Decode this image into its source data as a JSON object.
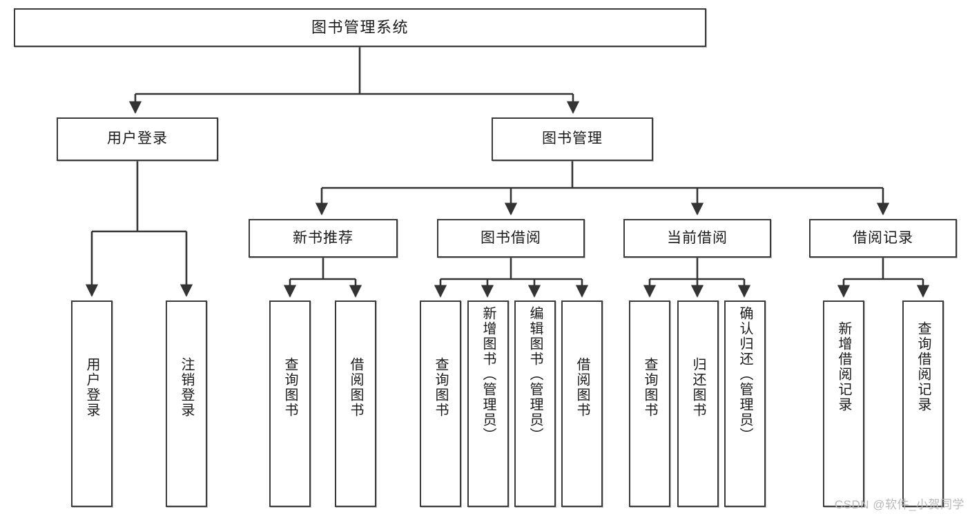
{
  "diagram": {
    "title": "图书管理系统",
    "type": "tree-hierarchy-diagram",
    "watermark": "CSDN @软件_小贺同学",
    "colors": {
      "box_border": "#3a3a3a",
      "box_fill": "#ffffff",
      "connector": "#333333",
      "text": "#1a1a1a",
      "watermark": "#b9b9b9",
      "background": "#ffffff"
    }
  },
  "nodes": {
    "root": {
      "label": "图书管理系统"
    },
    "level2": [
      {
        "label": "用户登录"
      },
      {
        "label": "图书管理"
      }
    ],
    "level3": [
      {
        "label": "新书推荐"
      },
      {
        "label": "图书借阅"
      },
      {
        "label": "当前借阅"
      },
      {
        "label": "借阅记录"
      }
    ],
    "leaves": {
      "user_login": [
        {
          "label": "用户登录"
        },
        {
          "label": "注销登录"
        }
      ],
      "new_book_recommend": [
        {
          "label": "查询图书"
        },
        {
          "label": "借阅图书"
        }
      ],
      "book_borrow": [
        {
          "label": "查询图书"
        },
        {
          "label": "新增图书（管理员）"
        },
        {
          "label": "编辑图书（管理员）"
        },
        {
          "label": "借阅图书"
        }
      ],
      "current_borrow": [
        {
          "label": "查询图书"
        },
        {
          "label": "归还图书"
        },
        {
          "label": "确认归还（管理员）"
        }
      ],
      "borrow_record": [
        {
          "label": "新增借阅记录"
        },
        {
          "label": "查询借阅记录"
        }
      ]
    }
  },
  "chart_data": {
    "type": "table",
    "title": "图书管理系统",
    "hierarchy": [
      {
        "name": "图书管理系统",
        "level": 1,
        "children": [
          {
            "name": "用户登录",
            "level": 2,
            "children": [
              {
                "name": "用户登录",
                "level": 3,
                "children": []
              },
              {
                "name": "注销登录",
                "level": 3,
                "children": []
              }
            ]
          },
          {
            "name": "图书管理",
            "level": 2,
            "children": [
              {
                "name": "新书推荐",
                "level": 3,
                "children": [
                  {
                    "name": "查询图书",
                    "level": 4,
                    "children": []
                  },
                  {
                    "name": "借阅图书",
                    "level": 4,
                    "children": []
                  }
                ]
              },
              {
                "name": "图书借阅",
                "level": 3,
                "children": [
                  {
                    "name": "查询图书",
                    "level": 4,
                    "children": []
                  },
                  {
                    "name": "新增图书（管理员）",
                    "level": 4,
                    "children": []
                  },
                  {
                    "name": "编辑图书（管理员）",
                    "level": 4,
                    "children": []
                  },
                  {
                    "name": "借阅图书",
                    "level": 4,
                    "children": []
                  }
                ]
              },
              {
                "name": "当前借阅",
                "level": 3,
                "children": [
                  {
                    "name": "查询图书",
                    "level": 4,
                    "children": []
                  },
                  {
                    "name": "归还图书",
                    "level": 4,
                    "children": []
                  },
                  {
                    "name": "确认归还（管理员）",
                    "level": 4,
                    "children": []
                  }
                ]
              },
              {
                "name": "借阅记录",
                "level": 3,
                "children": [
                  {
                    "name": "新增借阅记录",
                    "level": 4,
                    "children": []
                  },
                  {
                    "name": "查询借阅记录",
                    "level": 4,
                    "children": []
                  }
                ]
              }
            ]
          }
        ]
      }
    ]
  }
}
